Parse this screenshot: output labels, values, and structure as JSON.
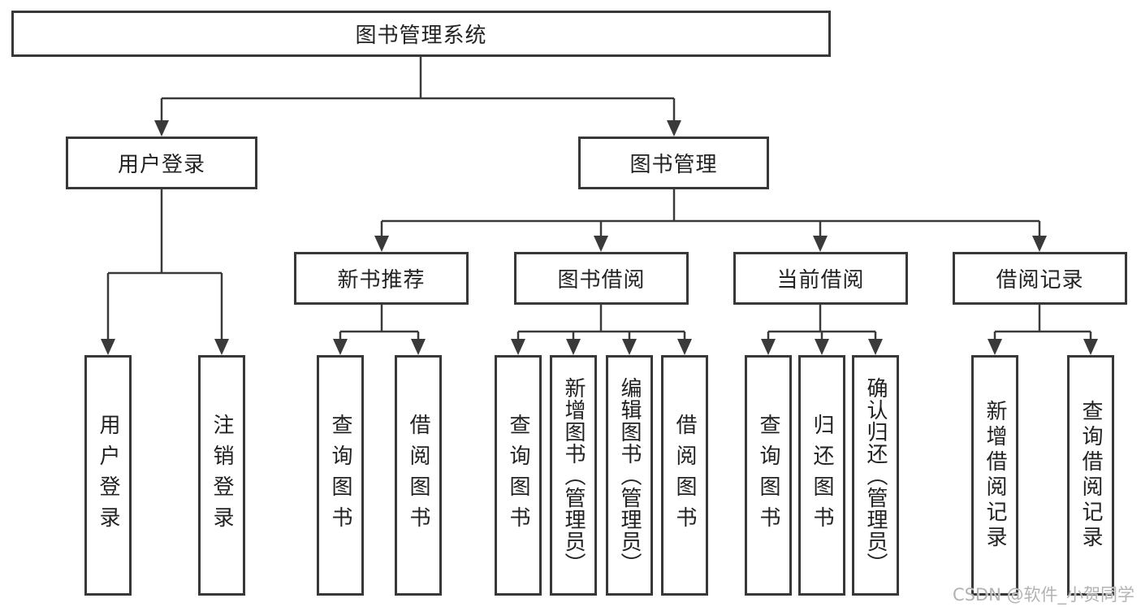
{
  "colors": {
    "line": "#3a3a3a",
    "box_border": "#383838",
    "box_fill": "#ffffff",
    "text": "#222222",
    "watermark": "#b3b3b3"
  },
  "watermark": {
    "text": "CSDN @软件_小贺同学"
  },
  "diagram": {
    "type": "hierarchy-tree",
    "title": "图书管理系统",
    "branches": [
      {
        "label": "用户登录",
        "children": [
          {
            "label": "用户登录"
          },
          {
            "label": "注销登录"
          }
        ]
      },
      {
        "label": "图书管理",
        "children": [
          {
            "label": "新书推荐",
            "children": [
              {
                "label": "查询图书"
              },
              {
                "label": "借阅图书"
              }
            ]
          },
          {
            "label": "图书借阅",
            "children": [
              {
                "label": "查询图书"
              },
              {
                "label": "新增图书（管理员）"
              },
              {
                "label": "编辑图书（管理员）"
              },
              {
                "label": "借阅图书"
              }
            ]
          },
          {
            "label": "当前借阅",
            "children": [
              {
                "label": "查询图书"
              },
              {
                "label": "归还图书"
              },
              {
                "label": "确认归还（管理员）"
              }
            ]
          },
          {
            "label": "借阅记录",
            "children": [
              {
                "label": "新增借阅记录"
              },
              {
                "label": "查询借阅记录"
              }
            ]
          }
        ]
      }
    ]
  }
}
